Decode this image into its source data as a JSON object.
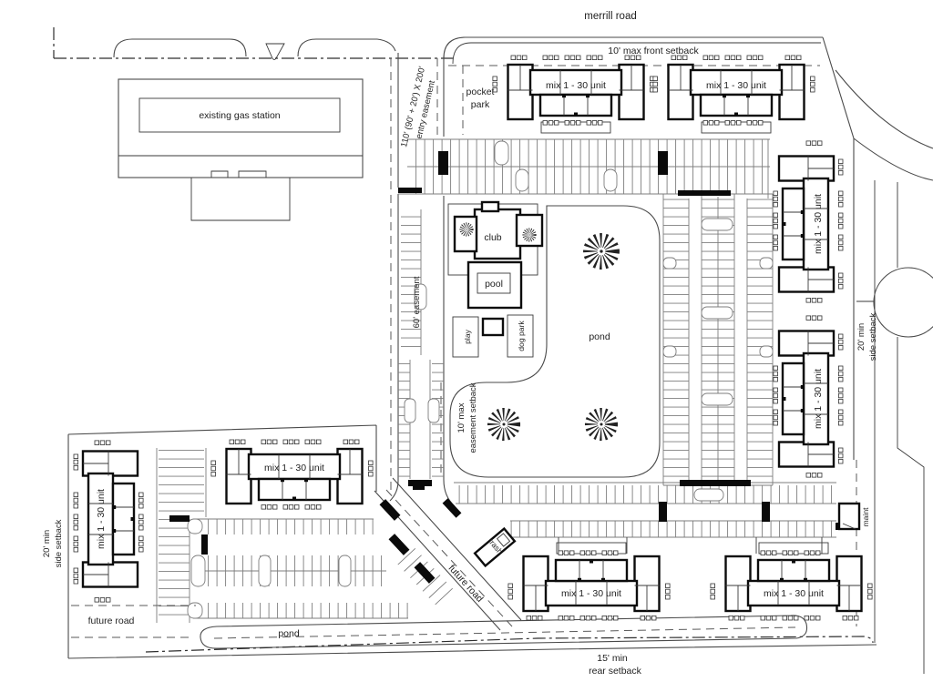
{
  "plan": {
    "roads": {
      "merrill": "merrill road",
      "future": "future road"
    },
    "setbacks": {
      "front": "10' max front setback",
      "side_1": "20' min",
      "side_2": "side setback",
      "rear_1": "15' min",
      "rear_2": "rear setback",
      "easement_1": "10' max",
      "easement_2": "easement setback"
    },
    "easements": {
      "entry_1": "110' (90' + 20') X 200'",
      "entry_2": "entry easement",
      "main": "60' easement"
    },
    "areas": {
      "gas_station": "existing gas station",
      "pocket_park_1": "pocket",
      "pocket_park_2": "park",
      "club": "club",
      "pool": "pool",
      "play": "play",
      "dog_park": "dog park",
      "pond": "pond",
      "trash": "trash",
      "maint": "maint"
    },
    "building": {
      "label": "mix 1 - 30 unit"
    },
    "line_color": "#4a4a4a",
    "building_color": "#0c0c0c",
    "parking_color": "#7d7d7d"
  }
}
